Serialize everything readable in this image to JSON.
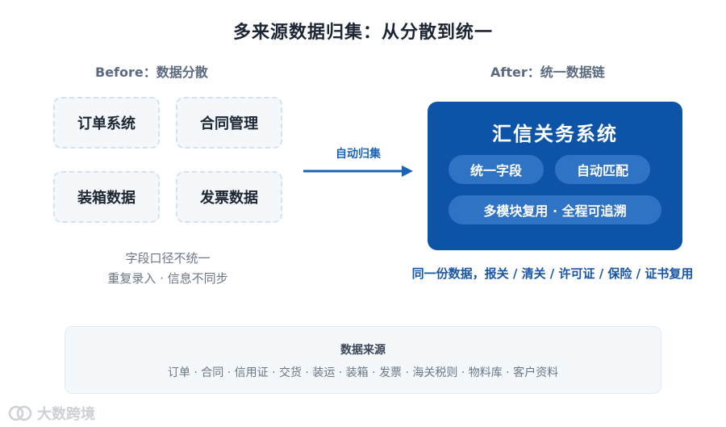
{
  "title": "多来源数据归集：从分散到统一",
  "before": {
    "heading": "Before：数据分散",
    "boxes": [
      "订单系统",
      "合同管理",
      "装箱数据",
      "发票数据"
    ],
    "issues": [
      "字段口径不统一",
      "重复录入 · 信息不同步"
    ]
  },
  "arrow_label": "自动归集",
  "after": {
    "heading": "After：统一数据链",
    "system_name": "汇信关务系统",
    "pills": [
      "统一字段",
      "自动匹配",
      "多模块复用 · 全程可追溯"
    ],
    "reuse_line": "同一份数据，报关 / 清关 / 许可证 / 保险 / 证书复用"
  },
  "sources": {
    "title": "数据来源",
    "list": "订单 · 合同 · 信用证 · 交货 · 装运 · 装箱 · 发票 · 海关税则 · 物料库 · 客户资料"
  },
  "watermark": "大数跨境",
  "colors": {
    "accent_blue": "#0d54a9",
    "arrow_blue": "#1a63b6",
    "dashed_border": "#d5e2ee"
  }
}
